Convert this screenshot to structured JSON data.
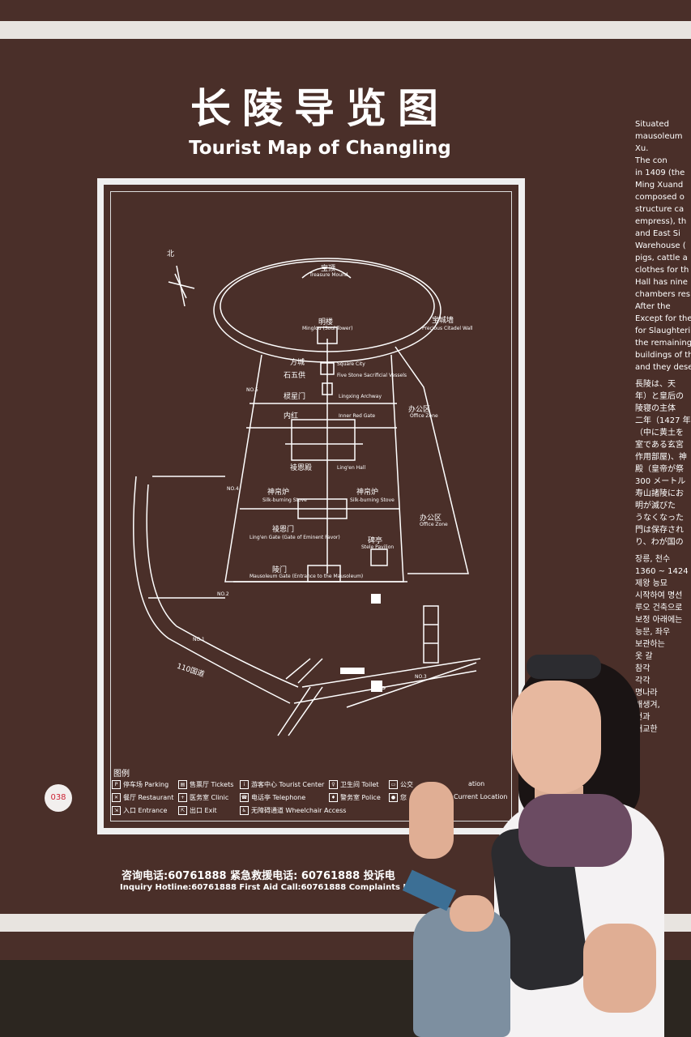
{
  "sign": {
    "title_cn": "长陵导览图",
    "title_en": "Tourist Map of Changling",
    "hotline_cn": "咨询电话:60761888   紧急救援电话: 60761888   投诉电",
    "hotline_en": "Inquiry Hotline:60761888   First Aid Call:60761888   Complaints Ho",
    "sticker": "038"
  },
  "map": {
    "north": "北",
    "treasure_mound_cn": "宝顶",
    "treasure_mound_en": "Treasure Mound",
    "soul_tower_cn": "明楼",
    "soul_tower_en": "Minglou (Soul Tower)",
    "citadel_wall_cn": "宝城墙",
    "citadel_wall_en": "Precious Citadel Wall",
    "square_city_cn": "方城",
    "square_city_en": "Square City",
    "five_stone_cn": "石五供",
    "five_stone_en": "Five Stone Sacrificial Vessels",
    "lingxing_cn": "棂星门",
    "lingxing_en": "Lingxing Archway",
    "inner_red_cn": "内红",
    "inner_red_en": "Inner Red Gate",
    "office1_cn": "办公区",
    "office1_en": "Office Zone",
    "lingen_cn": "祾恩殿",
    "lingen_en": "Ling'en Hall",
    "silk_stove1_cn": "神帛炉",
    "silk_stove1_en": "Silk-burning Stove",
    "silk_stove2_cn": "神帛炉",
    "silk_stove2_en": "Silk-burning Stove",
    "office2_cn": "办公区",
    "office2_en": "Office Zone",
    "lingen_gate_cn": "祾恩门",
    "lingen_gate_en": "Ling'en Gate (Gate of Eminent Favor)",
    "stele_cn": "碑亭",
    "stele_en": "Stele Pavilion",
    "mausoleum_gate_cn": "陵门",
    "mausoleum_gate_en": "Mausoleum Gate (Entrance to the Mausoleum)",
    "road": "110国道",
    "no1": "NO.1",
    "no2": "NO.2",
    "no3": "NO.3",
    "no4": "NO.4",
    "no5": "NO.5",
    "parking": "P"
  },
  "legend": {
    "title": "图例",
    "items": [
      {
        "icon": "P",
        "text": "停车场 Parking"
      },
      {
        "icon": "✕",
        "text": "餐厅 Restaurant"
      },
      {
        "icon": "⇲",
        "text": "入口 Entrance"
      },
      {
        "icon": "▤",
        "text": "售票厅 Tickets"
      },
      {
        "icon": "+",
        "text": "医务室 Clinic"
      },
      {
        "icon": "⇱",
        "text": "出口 Exit"
      },
      {
        "icon": "i",
        "text": "游客中心 Tourist Center"
      },
      {
        "icon": "☎",
        "text": "电话亭 Telephone"
      },
      {
        "icon": "♿",
        "text": "无障碍通道 Wheelchair Access"
      },
      {
        "icon": "♀",
        "text": "卫生间 Toilet"
      },
      {
        "icon": "♦",
        "text": "警务室 Police"
      },
      {
        "icon": "▭",
        "text": "公交"
      },
      {
        "icon": "●",
        "text": "您"
      },
      {
        "icon": "",
        "text": "ation"
      },
      {
        "icon": "",
        "text": "Current Location"
      }
    ]
  },
  "side_text": {
    "en": "Situated\nmausoleum\nXu.\n The con\nin 1409 (the\nMing Xuand\ncomposed o\nstructure ca\nempress), th\nand East Si\nWarehouse (\npigs, cattle a\nclothes for th\nHall has nine\nchambers res\n After the\nExcept for the\nfor Slaughteri\nthe remaining\nbuildings of th\nand they dese",
    "jp": "長陵は、天\n年）と皇后の\n 陵寝の主体\n二年（1427 年\n（中に黄土を\n室である玄宮\n作用部屋)、神\n殿（皇帝が祭\n300 メートル\n寿山諸陵にお\n 明が滅びた\nうなくなった\n門は保存され\nり、わが国の",
    "kr": " 장릉, 천수\n1360 ~ 1424\n 제왕 능묘\n시작하여 명선\n루오 건축으로\n보정 아래에는\n능문, 좌우\n보관하는\n옷 갈\n참각\n각각\n명나라\n배생겨,\n전과\n대교한"
  }
}
